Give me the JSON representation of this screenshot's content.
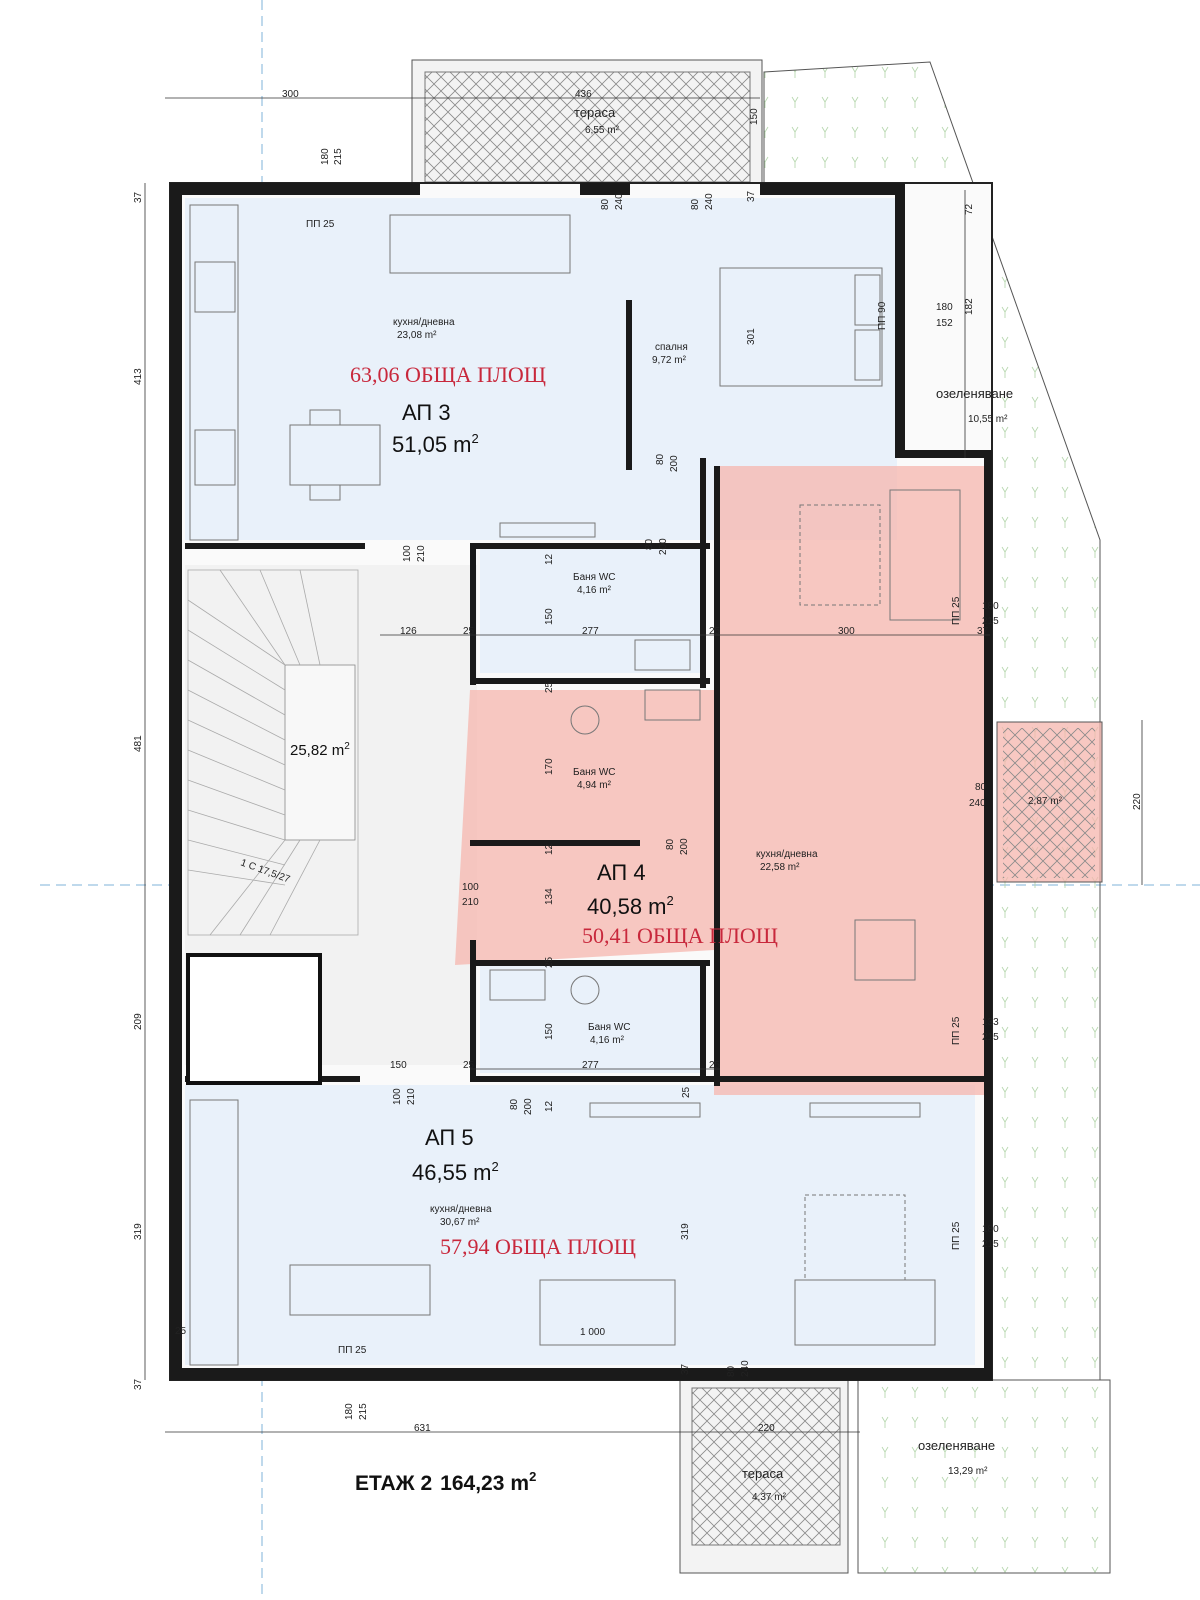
{
  "floor": {
    "label": "ЕТАЖ 2",
    "area": "164,23",
    "unit": "m",
    "sup": "2"
  },
  "apartments": {
    "ap3": {
      "name": "АП 3",
      "area": "51,05 m",
      "sup": "2",
      "total": "63,06 ОБЩА ПЛОЩ"
    },
    "ap4": {
      "name": "АП 4",
      "area": "40,58 m",
      "sup": "2",
      "total": "50,41 ОБЩА ПЛОЩ"
    },
    "ap5": {
      "name": "АП 5",
      "area": "46,55 m",
      "sup": "2",
      "total": "57,94 ОБЩА ПЛОЩ"
    }
  },
  "rooms": {
    "kitchen3": {
      "name": "кухня/дневна",
      "area": "23,08 m²"
    },
    "bedroom3": {
      "name": "спалня",
      "area": "9,72 m²"
    },
    "bath3": {
      "name": "Баня WC",
      "area": "4,16 m²"
    },
    "bath4": {
      "name": "Баня WC",
      "area": "4,94 m²"
    },
    "kitchen4": {
      "name": "кухня/дневна",
      "area": "22,58 m²"
    },
    "bath5": {
      "name": "Баня WC",
      "area": "4,16 m²"
    },
    "kitchen5": {
      "name": "кухня/дневна",
      "area": "30,67 m²"
    },
    "stair": {
      "area": "25,82 m",
      "sup": "2"
    },
    "terrace_top": {
      "name": "тераса",
      "area": "6,55 m²"
    },
    "terrace_bottom": {
      "name": "тераса",
      "area": "4,37 m²"
    },
    "balcony4": {
      "area": "2,87 m²"
    },
    "green_top": {
      "name": "озеленяване",
      "area": "10,55 m²"
    },
    "green_bottom": {
      "name": "озеленяване",
      "area": "13,29 m²"
    }
  },
  "dimensions": {
    "top_300": "300",
    "top_436": "436",
    "top_150": "150",
    "left_37a": "37",
    "left_413": "413",
    "left_481": "481",
    "left_209": "209",
    "left_319": "319",
    "left_37b": "37",
    "right_72": "72",
    "right_182": "182",
    "right_220": "220",
    "w180": "180",
    "w215": "215",
    "w152": "152",
    "w133": "133",
    "d80": "80",
    "d240": "240",
    "d200": "200",
    "d100": "100",
    "d210": "210",
    "c126": "126",
    "c25": "25",
    "c277": "277",
    "c300": "300",
    "c150": "150",
    "c37": "37",
    "v12": "12",
    "v150": "150",
    "v170": "170",
    "v134": "134",
    "v301": "301",
    "v319": "319",
    "b631": "631",
    "b220": "220",
    "b1000": "1 000",
    "pp25": "ПП 25",
    "pp90": "ПП 90",
    "stair_label": "1 С 17,5/27"
  },
  "colors": {
    "ap4_fill": "#f5b5ad",
    "room_fill": "#e9f1fa",
    "total_text": "#c8283c",
    "axis": "#7fb3da"
  }
}
